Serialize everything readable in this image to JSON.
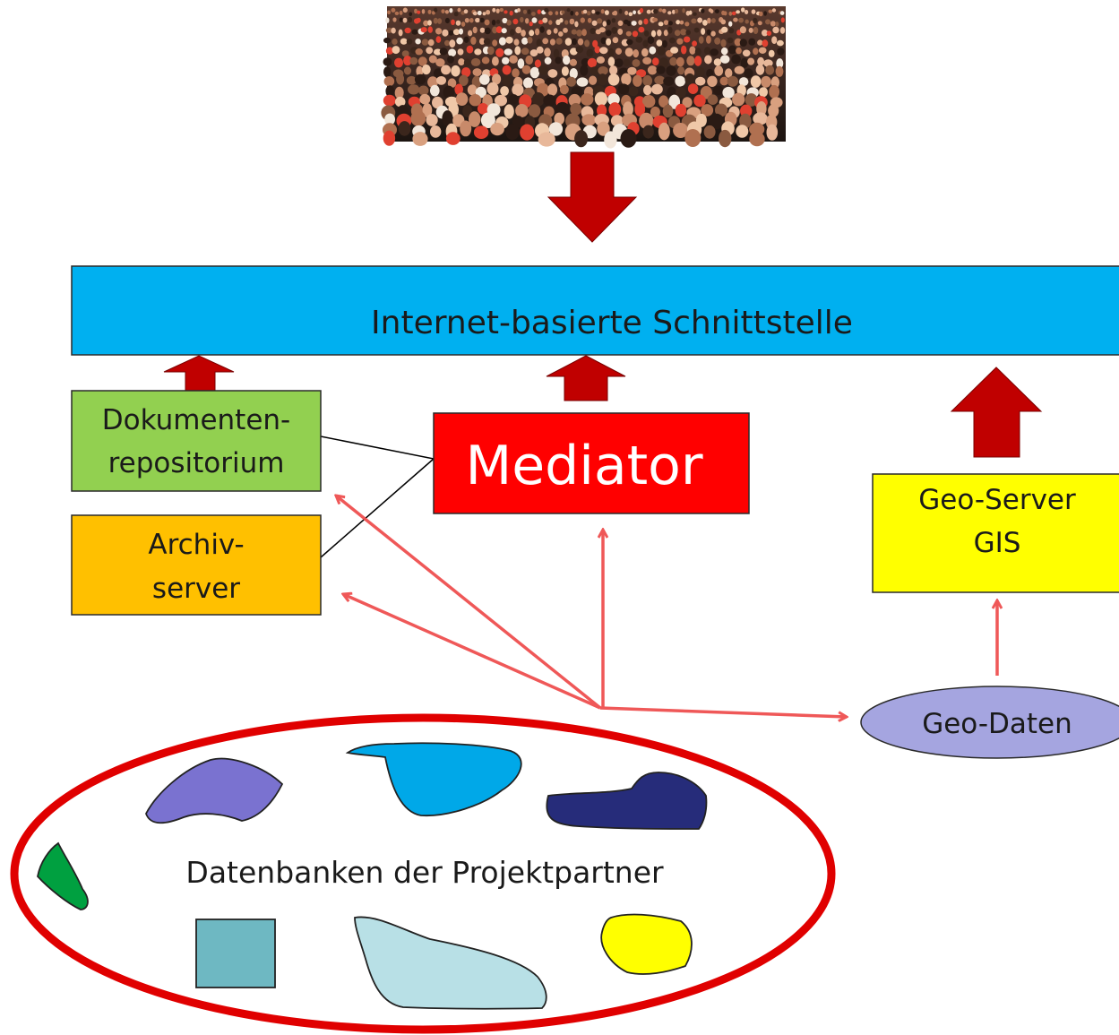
{
  "image": {
    "kind": "photograph",
    "subject": "crowd of people"
  },
  "interface_bar": {
    "label": "Internet-basierte Schnittstelle",
    "color": "#00b0f0"
  },
  "mediator": {
    "label": "Mediator",
    "color": "#ff0000"
  },
  "doc_repository": {
    "line1": "Dokumenten-",
    "line2": "repositorium",
    "color": "#92d050"
  },
  "archive_server": {
    "line1": "Archiv-",
    "line2": "server",
    "color": "#ffc000"
  },
  "geo_server": {
    "line1": "Geo-Server",
    "line2": "GIS",
    "color": "#ffff00"
  },
  "geo_data": {
    "label": "Geo-Daten",
    "color": "#a5a5e0"
  },
  "databases": {
    "label": "Datenbanken der Projektpartner",
    "ring_color": "#e00000"
  },
  "colors": {
    "block_arrow": "#c00000",
    "thin_arrow": "#ef5050"
  }
}
